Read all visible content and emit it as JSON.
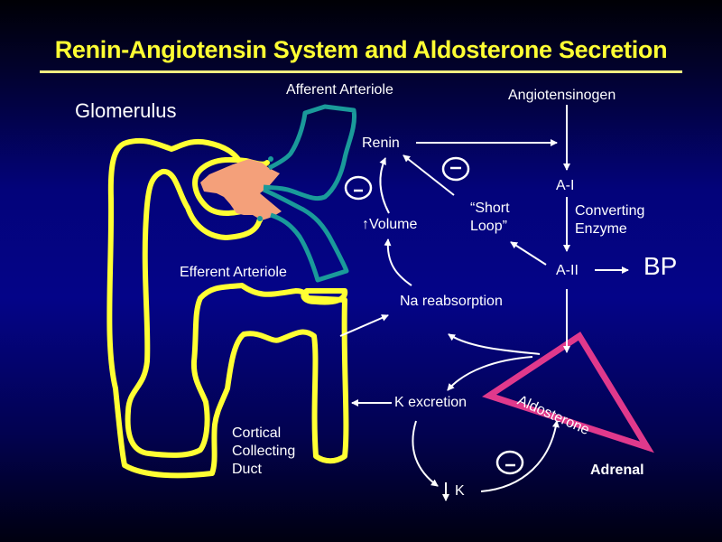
{
  "title": "Renin-Angiotensin System and Aldosterone Secretion",
  "colors": {
    "title": "#ffff33",
    "tubule": "#ffff33",
    "arteriole": "#1a9a9a",
    "glomerulus": "#f4a07a",
    "adrenal": "#e0398c",
    "text": "#ffffff"
  },
  "labels": {
    "glomerulus": "Glomerulus",
    "afferent_arteriole": "Afferent Arteriole",
    "efferent_arteriole": "Efferent Arteriole",
    "cortical_collecting_duct": "Cortical Collecting Duct",
    "angiotensinogen": "Angiotensinogen",
    "renin": "Renin",
    "a1": "A-I",
    "converting_enzyme": "Converting Enzyme",
    "a2": "A-II",
    "bp": "BP",
    "volume": "↑Volume",
    "short_loop": "“Short Loop”",
    "na_reabsorption": "Na reabsorption",
    "k_excretion": "K excretion",
    "low_k": "↓ K",
    "aldosterone": "Aldosterone",
    "adrenal": "Adrenal",
    "negative_sign": "–"
  }
}
